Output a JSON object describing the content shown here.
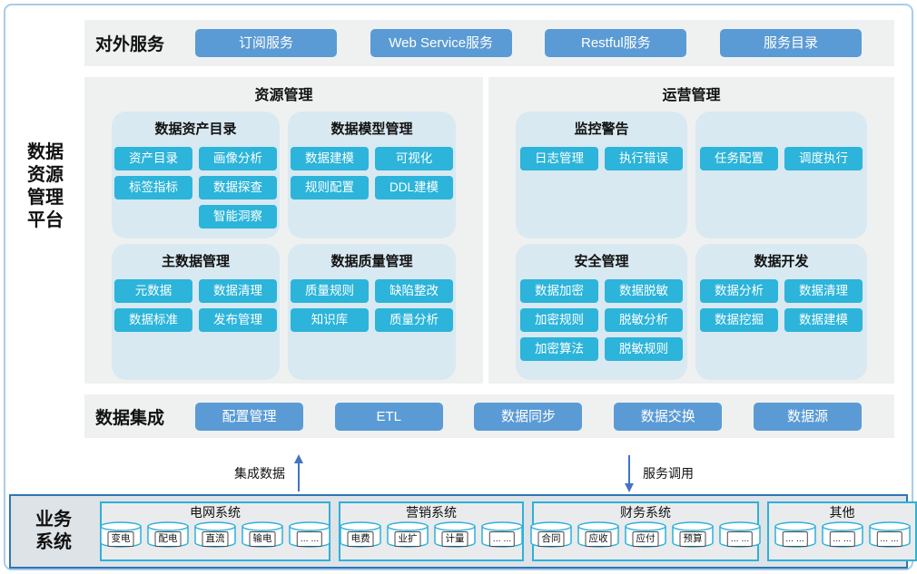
{
  "platform": {
    "lines": [
      "数据",
      "资源",
      "管理",
      "平台"
    ]
  },
  "external": {
    "label": "对外服务",
    "buttons": [
      "订阅服务",
      "Web Service服务",
      "Restful服务",
      "服务目录"
    ]
  },
  "resource": {
    "title": "资源管理",
    "groups": [
      {
        "title": "数据资产目录",
        "buttons": [
          [
            "资产目录",
            "画像分析"
          ],
          [
            "标签指标",
            "数据探查"
          ],
          [
            "",
            "智能洞察"
          ]
        ]
      },
      {
        "title": "数据模型管理",
        "buttons": [
          [
            "数据建模",
            "可视化"
          ],
          [
            "规则配置",
            "DDL建模"
          ]
        ]
      },
      {
        "title": "主数据管理",
        "buttons": [
          [
            "元数据",
            "数据清理"
          ],
          [
            "数据标准",
            "发布管理"
          ]
        ]
      },
      {
        "title": "数据质量管理",
        "buttons": [
          [
            "质量规则",
            "缺陷整改"
          ],
          [
            "知识库",
            "质量分析"
          ]
        ]
      }
    ]
  },
  "operation": {
    "title": "运营管理",
    "groups": [
      {
        "title": "监控警告",
        "buttons": [
          [
            "日志管理",
            "执行错误"
          ]
        ]
      },
      {
        "title": "",
        "buttons": [
          [
            "任务配置",
            "调度执行"
          ]
        ]
      },
      {
        "title": "安全管理",
        "buttons": [
          [
            "数据加密",
            "数据脱敏"
          ],
          [
            "加密规则",
            "脱敏分析"
          ],
          [
            "加密算法",
            "脱敏规则"
          ]
        ]
      },
      {
        "title": "数据开发",
        "buttons": [
          [
            "数据分析",
            "数据清理"
          ],
          [
            "数据挖掘",
            "数据建模"
          ]
        ]
      }
    ]
  },
  "integration": {
    "label": "数据集成",
    "buttons": [
      "配置管理",
      "ETL",
      "数据同步",
      "数据交换",
      "数据源"
    ]
  },
  "flows": {
    "up_label": "集成数据",
    "down_label": "服务调用"
  },
  "business": {
    "label_lines": [
      "业务",
      "系统"
    ],
    "systems": [
      {
        "title": "电网系统",
        "items": [
          "变电",
          "配电",
          "直流",
          "输电",
          "... ..."
        ]
      },
      {
        "title": "营销系统",
        "items": [
          "电费",
          "业扩",
          "计量",
          "... ..."
        ]
      },
      {
        "title": "财务系统",
        "items": [
          "合同",
          "应收",
          "应付",
          "预算",
          "... ..."
        ]
      },
      {
        "title": "其他",
        "items": [
          "... ...",
          "... ...",
          "... ..."
        ]
      }
    ]
  },
  "colors": {
    "big_button": "#5b9bd5",
    "small_button": "#2cb4da",
    "subpanel_bg": "#d8e9f1",
    "panel_bg": "#eff1f1",
    "business_bg": "#dee3e8",
    "business_border": "#2e75b6",
    "system_border": "#2fb0d9",
    "arrow": "#4472c4",
    "outer_border": "#a9cbe9"
  }
}
